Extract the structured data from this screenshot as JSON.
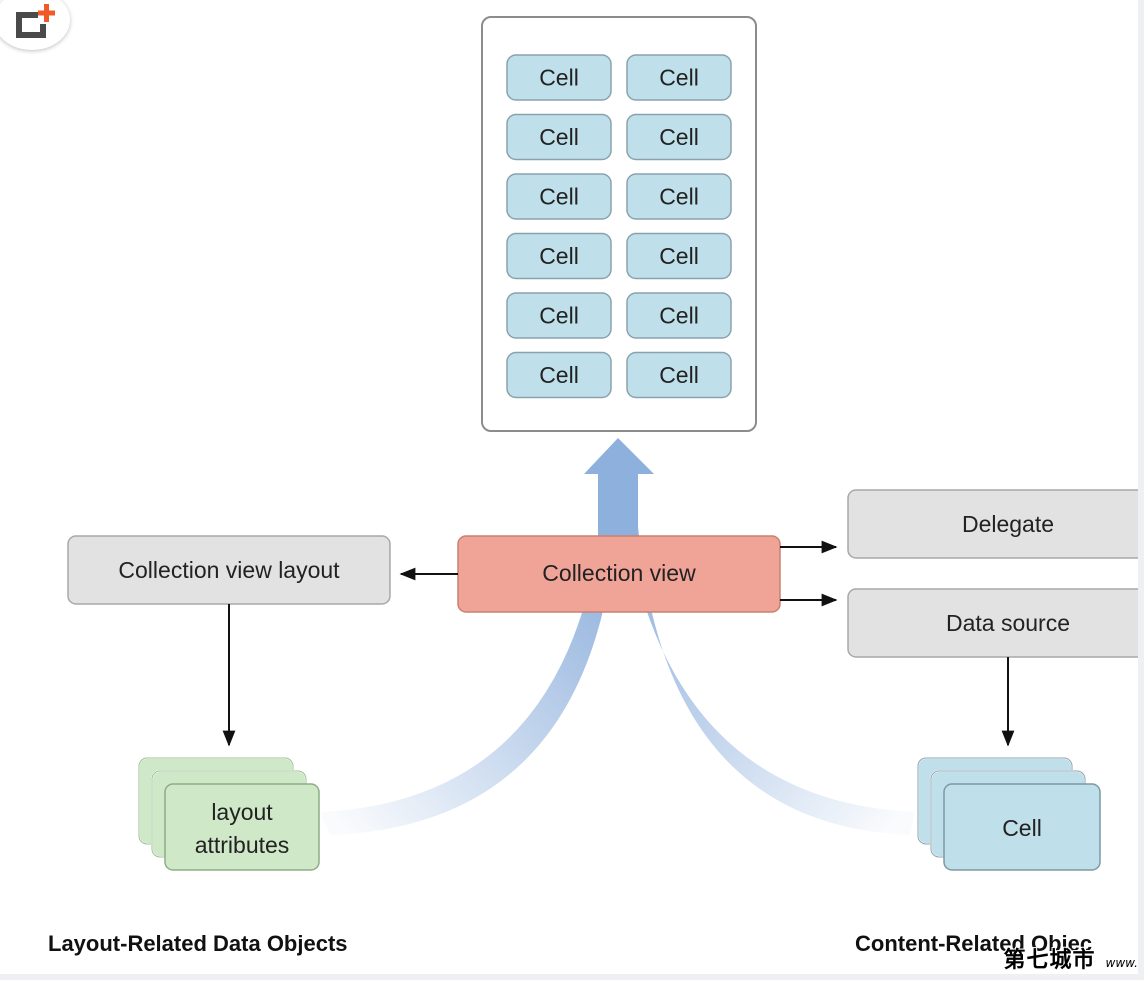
{
  "diagram": {
    "cells": [
      "Cell",
      "Cell",
      "Cell",
      "Cell",
      "Cell",
      "Cell",
      "Cell",
      "Cell",
      "Cell",
      "Cell",
      "Cell",
      "Cell"
    ],
    "collection_view": "Collection view",
    "collection_view_layout": "Collection view layout",
    "delegate": "Delegate",
    "data_source": "Data source",
    "layout_attributes_line1": "layout",
    "layout_attributes_line2": "attributes",
    "content_cell": "Cell",
    "caption_layout": "Layout-Related Data Objects",
    "caption_content": "Content-Related Objec"
  },
  "colors": {
    "cell_fill": "#bfe0ea",
    "cell_stroke": "#8aa2ad",
    "collection_view_fill": "#f0a497",
    "gray_box_fill": "#e2e2e2",
    "gray_box_stroke": "#a8a8a8",
    "layout_attr_fill": "#cfe8c8",
    "flow_arrow": "#8eb0dc",
    "add_icon_accent": "#f05a28"
  },
  "watermark": {
    "chinese": "第七城市",
    "url": "www."
  }
}
